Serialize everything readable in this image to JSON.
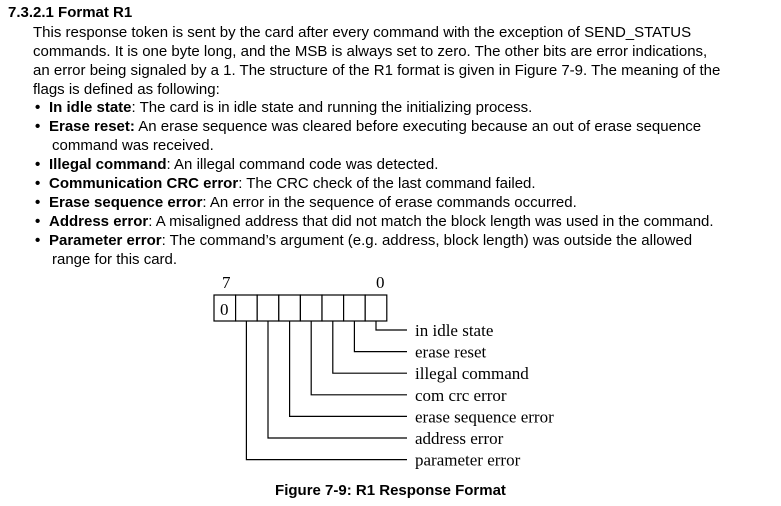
{
  "section": {
    "number": "7.3.2.1",
    "title": "Format R1"
  },
  "paragraph": {
    "lines": [
      "This response token is sent by the card after every command with the exception of SEND_STATUS",
      "commands. It is one byte long, and the MSB is always set to zero. The other bits are error indications,",
      "an error being signaled by a 1. The structure of the R1 format is given in Figure 7-9. The meaning of the",
      "flags is defined as following:"
    ]
  },
  "flags": [
    {
      "term": "In idle state",
      "text": ": The card is in idle state and running the initializing process.",
      "cont": ""
    },
    {
      "term": "Erase reset:",
      "text": " An erase sequence was cleared before executing because an out of erase sequence",
      "cont": "command was received."
    },
    {
      "term": "Illegal command",
      "text": ": An illegal command code was detected.",
      "cont": ""
    },
    {
      "term": "Communication CRC error",
      "text": ": The CRC check of the last command failed.",
      "cont": ""
    },
    {
      "term": "Erase sequence error",
      "text": ": An error in the sequence of erase commands occurred.",
      "cont": ""
    },
    {
      "term": "Address error",
      "text": ": A misaligned address that did not match the block length was used in the command.",
      "cont": ""
    },
    {
      "term": "Parameter error",
      "text": ": The command’s argument (e.g. address, block length) was outside the allowed",
      "cont": "range for this card."
    }
  ],
  "figure": {
    "msb_label": "7",
    "lsb_label": "0",
    "first_bit_value": "0",
    "bit_labels": [
      "in idle state",
      "erase reset",
      "illegal command",
      "com crc error",
      "erase sequence error",
      "address error",
      "parameter error"
    ],
    "caption": "Figure 7-9: R1 Response Format"
  }
}
